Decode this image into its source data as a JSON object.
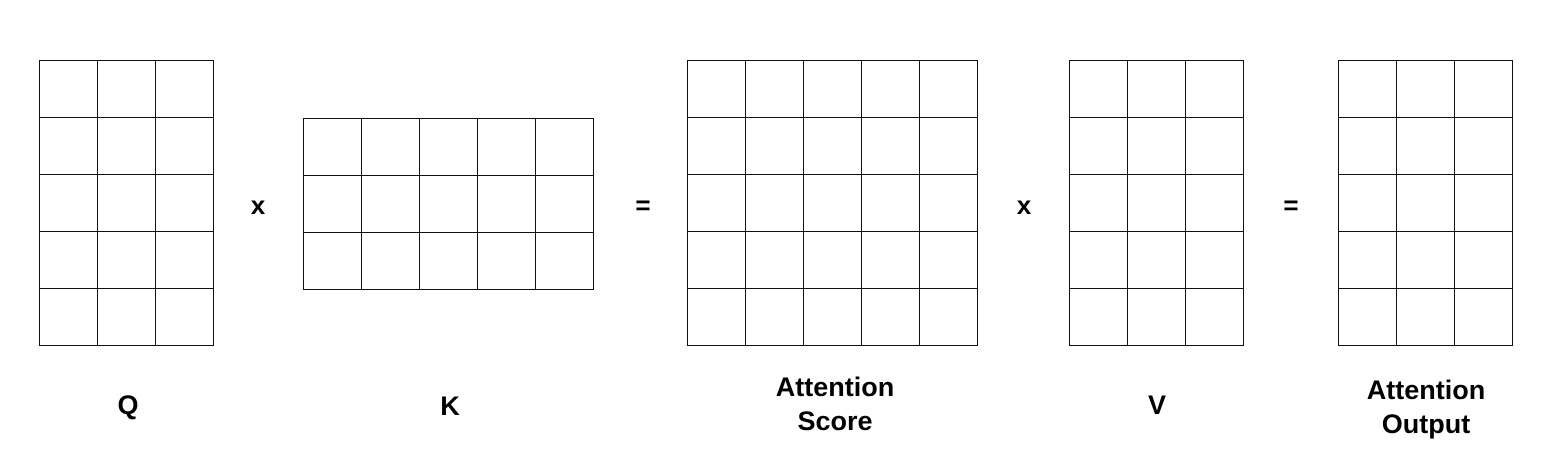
{
  "matrices": [
    {
      "id": "q",
      "label": "Q",
      "rows": 5,
      "cols": 3
    },
    {
      "id": "k",
      "label": "K",
      "rows": 3,
      "cols": 5
    },
    {
      "id": "score",
      "label_line1": "Attention",
      "label_line2": "Score",
      "rows": 5,
      "cols": 5
    },
    {
      "id": "v",
      "label": "V",
      "rows": 5,
      "cols": 3
    },
    {
      "id": "output",
      "label_line1": "Attention",
      "label_line2": "Output",
      "rows": 5,
      "cols": 3
    }
  ],
  "operators": {
    "multiply_1": "x",
    "equals_1": "=",
    "multiply_2": "x",
    "equals_2": "="
  }
}
